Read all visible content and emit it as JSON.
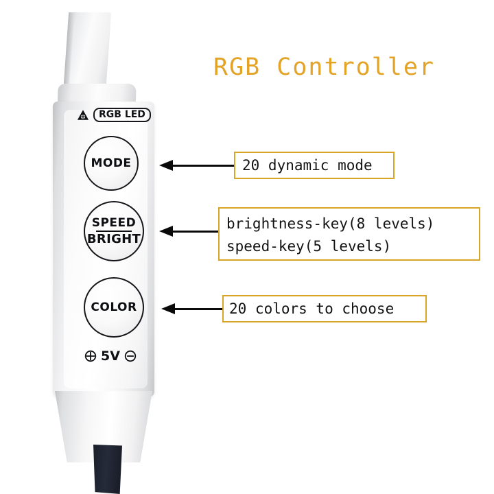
{
  "title": "RGB Controller",
  "colors": {
    "title_text": "#e3a326",
    "callout_border": "#d8a526",
    "body_text": "#121212",
    "device_plastic": "#ffffff",
    "cable": "#1f2330"
  },
  "device": {
    "label_badge": {
      "icon": "warning-triangle-icon",
      "text": "RGB LED"
    },
    "buttons": [
      {
        "id": "mode",
        "label": "MODE"
      },
      {
        "id": "speed_bright",
        "label_top": "SPEED",
        "label_bottom": "BRIGHT"
      },
      {
        "id": "color",
        "label": "COLOR"
      }
    ],
    "power_row": {
      "plus_icon": "plus-circle-icon",
      "voltage": "5V",
      "minus_icon": "minus-circle-icon"
    }
  },
  "callouts": [
    {
      "id": "mode",
      "lines": [
        "20 dynamic mode"
      ],
      "arrow": "arrow-left-icon"
    },
    {
      "id": "speed_bright",
      "lines": [
        "brightness-key(8 levels)",
        "speed-key(5 levels)"
      ],
      "arrow": "arrow-left-icon"
    },
    {
      "id": "color",
      "lines": [
        "20 colors to choose"
      ],
      "arrow": "arrow-left-icon"
    }
  ]
}
